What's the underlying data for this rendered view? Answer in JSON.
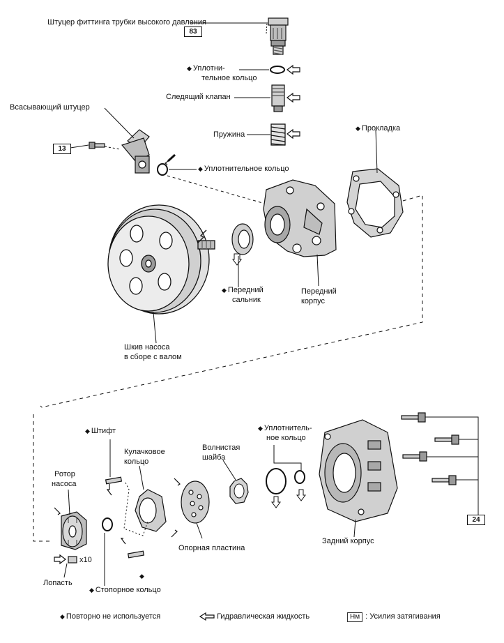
{
  "labels": {
    "fitting": "Штуцер фиттинга трубки высокого давления",
    "oring_top_1": "Уплотни-",
    "oring_top_2": "тельное кольцо",
    "follow_valve": "Следящий клапан",
    "spring": "Пружина",
    "suction_fitting": "Всасывающий штуцер",
    "oring_suction": "Уплотнительное кольцо",
    "gasket": "Прокладка",
    "front_seal_1": "Передний",
    "front_seal_2": "сальник",
    "front_housing_1": "Передний",
    "front_housing_2": "корпус",
    "pulley_1": "Шкив насоса",
    "pulley_2": "в сборе с валом",
    "pin": "Штифт",
    "cam_ring_1": "Кулачковое",
    "cam_ring_2": "кольцо",
    "wave_washer_1": "Волнистая",
    "wave_washer_2": "шайба",
    "oring_rear_1": "Уплотнитель-",
    "oring_rear_2": "ное кольцо",
    "rotor_1": "Ротор",
    "rotor_2": "насоса",
    "vane_count": "x10",
    "vane": "Лопасть",
    "snap_ring": "Стопорное кольцо",
    "support_plate": "Опорная пластина",
    "rear_housing": "Задний корпус"
  },
  "torques": {
    "fitting": "83",
    "suction": "13",
    "rear_bolts": "24"
  },
  "legend": {
    "not_reused": "Повторно не используется",
    "fluid": "Гидравлическая жидкость",
    "unit": "Нм",
    "torque_text": ": Усилия затягивания"
  },
  "colors": {
    "line": "#1a1a1a",
    "fill_light": "#d4d4d4",
    "fill_mid": "#a8a8a8",
    "fill_dark": "#6a6a6a"
  }
}
